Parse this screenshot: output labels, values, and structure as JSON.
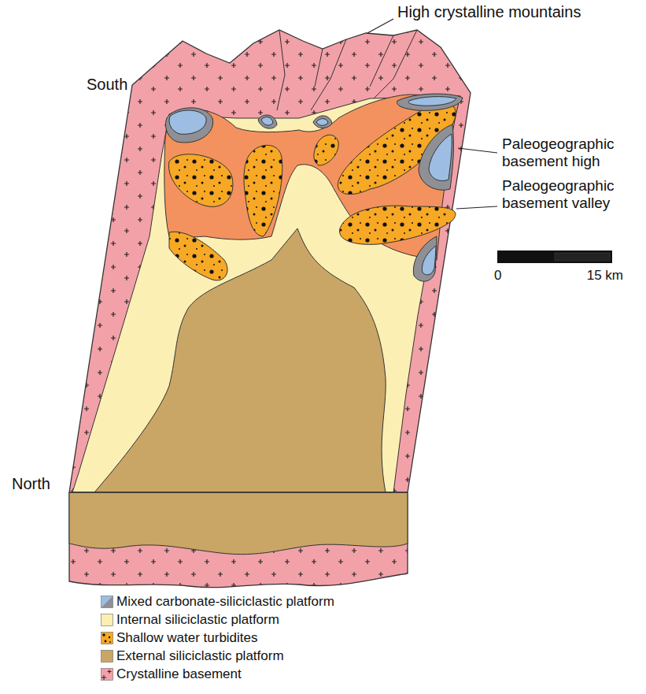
{
  "diagram": {
    "labels": [
      "High crystalline mountains",
      "South",
      "North",
      "Paleogeographic basement high",
      "Paleogeographic basement valley",
      "0",
      "15 km"
    ],
    "legend": [
      {
        "text": "Mixed carbonate-siliciclastic platform",
        "color": "#9dbde2"
      },
      {
        "text": "Internal siliciclastic platform",
        "color": "#fcefb4"
      },
      {
        "text": "Shallow water turbidites",
        "color": "#f7a824"
      },
      {
        "text": "External siliciclastic platform",
        "color": "#c9a666"
      },
      {
        "text": "Crystalline basement",
        "color": "#f2a1a9"
      }
    ]
  }
}
